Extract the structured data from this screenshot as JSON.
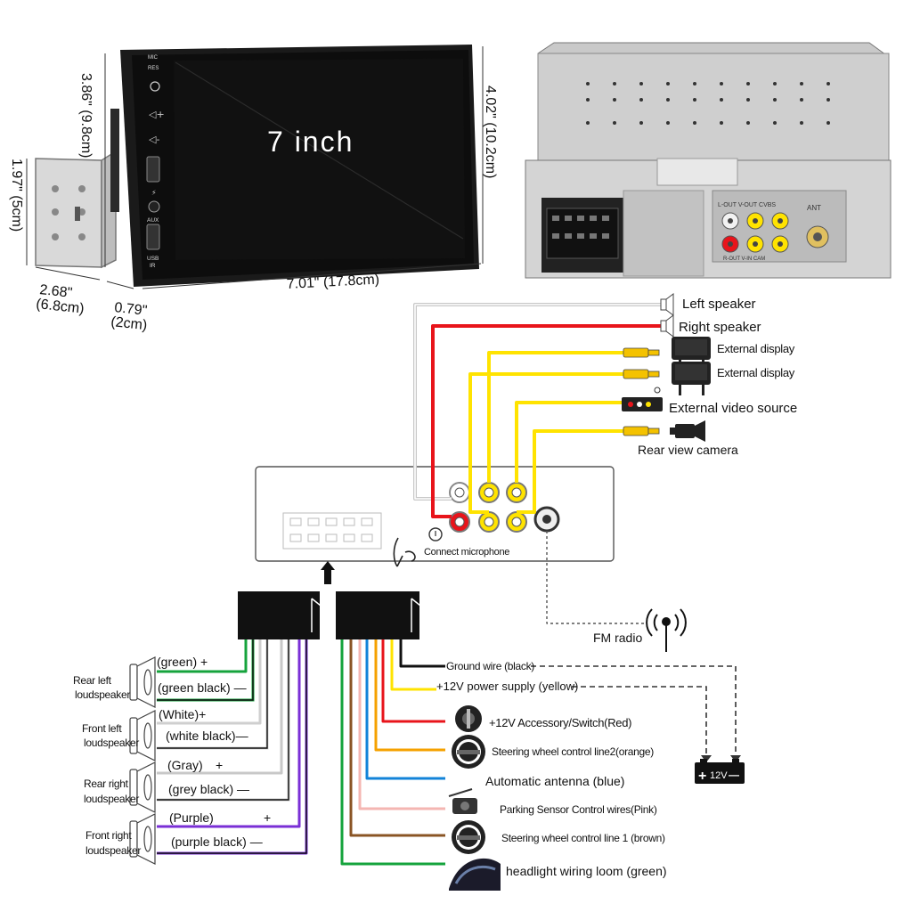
{
  "dimensions": {
    "screen_label": "7 inch",
    "height_front": "3.86\" (9.8cm)",
    "height_screen": "4.02\" (10.2cm)",
    "width_screen": "7.01\"  (17.8cm)",
    "chassis_height": "1.97\" (5cm)",
    "chassis_depth_in": "2.68\"",
    "chassis_depth_cm": "(6.8cm)",
    "panel_depth_in": "0.79\"",
    "panel_depth_cm": "(2cm)"
  },
  "front_panel_labels": {
    "mic": "MIC",
    "res": "RES",
    "aux": "AUX",
    "usb": "USB",
    "ir": "IR"
  },
  "rear_panel_labels": {
    "lineout": "L-OUT  V-OUT  CVBS",
    "ant": "ANT",
    "bottom": "R-OUT  V-IN  CAM"
  },
  "outputs": {
    "left_speaker": "Left speaker",
    "right_speaker": "Right speaker",
    "external_display_1": "External display",
    "external_display_2": "External display",
    "external_video_source": "External video source",
    "rear_view_camera": "Rear view camera"
  },
  "unit": {
    "connect_microphone": "Connect microphone",
    "fm_radio": "FM radio"
  },
  "speakers": {
    "rear_left": {
      "name_1": "Rear left",
      "name_2": "loudspeaker",
      "pos": "(green) +",
      "neg": "(green black) —"
    },
    "front_left": {
      "name_1": "Front left",
      "name_2": "loudspeaker",
      "pos": "(White)+",
      "neg": "(white  black)—"
    },
    "rear_right": {
      "name_1": "Rear right",
      "name_2": "loudspeaker",
      "pos_1": "(Gray)",
      "pos_2": "+",
      "neg": "(grey black) —"
    },
    "front_right": {
      "name_1": "Front right",
      "name_2": "loudspeaker",
      "pos_1": "(Purple)",
      "pos_2": "+",
      "neg": "(purple black) —"
    }
  },
  "wires": {
    "ground": "Ground wire (black)",
    "power": "+12V power supply (yellow)",
    "accessory": "+12V Accessory/Switch(Red)",
    "steering2": "Steering wheel control line2(orange)",
    "antenna": "Automatic antenna (blue)",
    "parking": "Parking Sensor Control wires(Pink)",
    "steering1": "Steering wheel control line 1 (brown)",
    "headlight": "headlight wiring loom   (green)"
  },
  "battery": {
    "label": "12V",
    "plus": "+",
    "minus": "—"
  },
  "colors": {
    "green": "#15a33c",
    "white": "#e6e6e6",
    "gray": "#b5b5b5",
    "purple": "#7a2fd6",
    "yellow": "#ffe300",
    "red": "#e8141b",
    "orange": "#f5a100",
    "blue": "#1283d8",
    "pink": "#f4b6b2",
    "brown": "#8a5424",
    "black": "#111111"
  }
}
